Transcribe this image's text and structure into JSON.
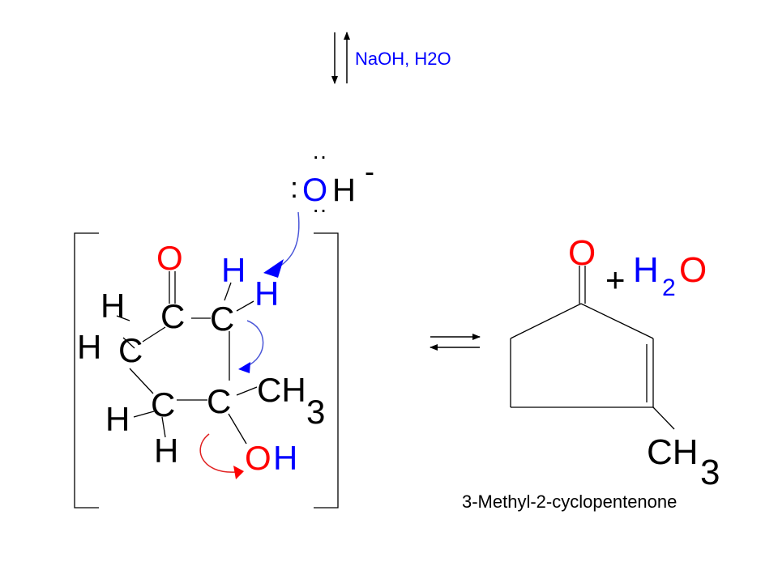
{
  "colors": {
    "black": "#000000",
    "red": "#ff0000",
    "blue": "#0000ff",
    "arrow_blue": "#4a56d8",
    "arrow_red": "#e02020"
  },
  "reagent": {
    "label": "NaOH, H2O"
  },
  "hydroxide": {
    "dots_top": "··",
    "dots_left": ":",
    "o": "O",
    "h": "H",
    "charge": "-",
    "dots_bottom": "··"
  },
  "intermediate": {
    "carbonyl_o": "O",
    "c_carbonyl": "C",
    "c_alpha": "C",
    "c_left": "C",
    "c_lower_left": "C",
    "c_beta": "C",
    "h_alpha_1": "H",
    "h_alpha_2": "H",
    "h_left_1": "H",
    "h_left_2": "H",
    "h_lower_1": "H",
    "h_lower_2": "H",
    "ch": "CH",
    "ch_sub": "3",
    "oh_o": "O",
    "oh_h": "H"
  },
  "product": {
    "o": "O",
    "plus": "+",
    "water_h": "H",
    "water_sub": "2",
    "water_o": "O",
    "ch": "CH",
    "ch_sub": "3",
    "name": "3-Methyl-2-cyclopentenone"
  }
}
